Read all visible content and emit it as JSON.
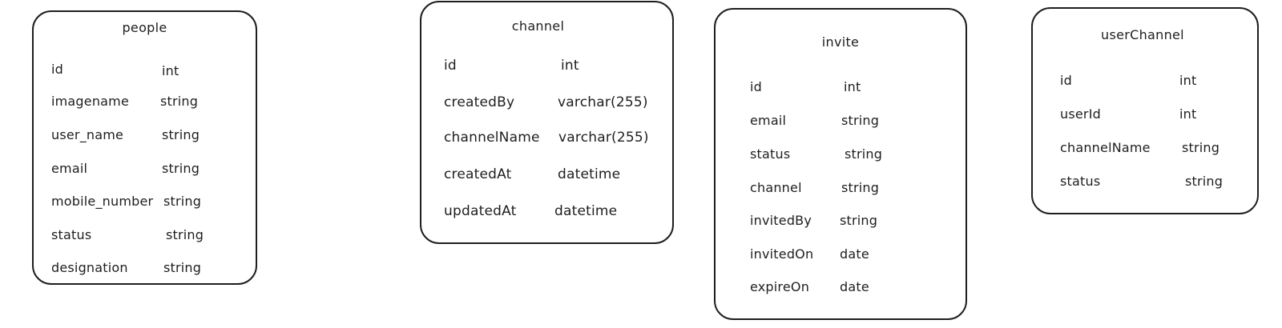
{
  "entities": [
    {
      "title": "people",
      "fields": [
        {
          "name": "id",
          "type": "int"
        },
        {
          "name": "imagename",
          "type": "string"
        },
        {
          "name": "user_name",
          "type": "string"
        },
        {
          "name": "email",
          "type": "string"
        },
        {
          "name": "mobile_number",
          "type": "string"
        },
        {
          "name": "status",
          "type": "string"
        },
        {
          "name": "designation",
          "type": "string"
        }
      ]
    },
    {
      "title": "channel",
      "fields": [
        {
          "name": "id",
          "type": "int"
        },
        {
          "name": "createdBy",
          "type": "varchar(255)"
        },
        {
          "name": "channelName",
          "type": "varchar(255)"
        },
        {
          "name": "createdAt",
          "type": "datetime"
        },
        {
          "name": "updatedAt",
          "type": "datetime"
        }
      ]
    },
    {
      "title": "invite",
      "fields": [
        {
          "name": "id",
          "type": "int"
        },
        {
          "name": "email",
          "type": "string"
        },
        {
          "name": "status",
          "type": "string"
        },
        {
          "name": "channel",
          "type": "string"
        },
        {
          "name": "invitedBy",
          "type": "string"
        },
        {
          "name": "invitedOn",
          "type": "date"
        },
        {
          "name": "expireOn",
          "type": "date"
        }
      ]
    },
    {
      "title": "userChannel",
      "fields": [
        {
          "name": "id",
          "type": "int"
        },
        {
          "name": "userId",
          "type": "int"
        },
        {
          "name": "channelName",
          "type": "string"
        },
        {
          "name": "status",
          "type": "string"
        }
      ]
    }
  ]
}
